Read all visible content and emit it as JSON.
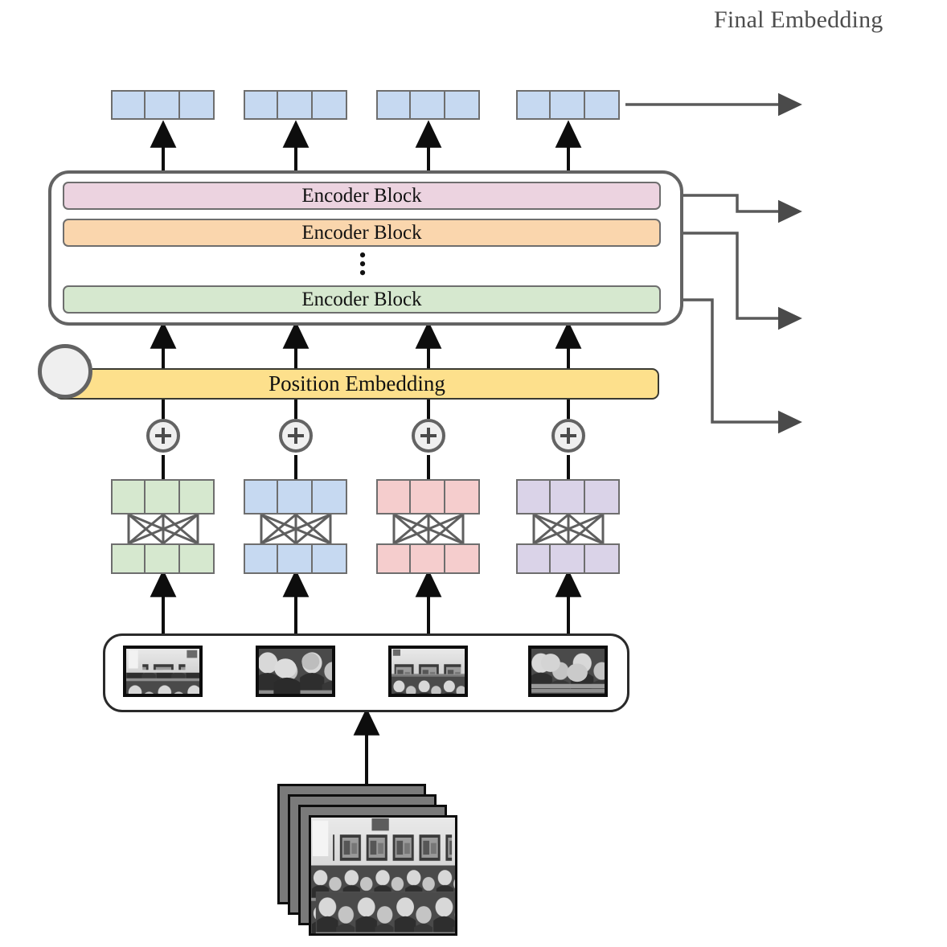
{
  "diagram": {
    "title": "Final Embedding",
    "encoder_block_label": "Encoder Block",
    "position_embedding_label": "Position Embedding",
    "ellipsis": "⋮",
    "plus_symbol": "+"
  },
  "colors": {
    "blue": "#c6d9f1",
    "pink": "#ecd3e0",
    "orange": "#fad6ad",
    "green": "#d6e8cf",
    "red": "#f5cdcd",
    "purple": "#dad3e8",
    "yellow": "#fde08c",
    "stroke": "#6e6e6e",
    "stroke_dark": "#4a4a4a",
    "container_stroke": "#636363",
    "title_color": "#4d4d4d",
    "icon_fill": "#efefef"
  },
  "output_tokens": {
    "count": 4,
    "cells_per_token": 3,
    "color": "blue",
    "rows": [
      {
        "name": "output-token-1",
        "cells": [
          "blue",
          "blue",
          "blue"
        ]
      },
      {
        "name": "output-token-2",
        "cells": [
          "blue",
          "blue",
          "blue"
        ]
      },
      {
        "name": "output-token-3",
        "cells": [
          "blue",
          "blue",
          "blue"
        ]
      },
      {
        "name": "output-token-4",
        "cells": [
          "blue",
          "blue",
          "blue"
        ]
      }
    ]
  },
  "encoder_stack": {
    "blocks": [
      {
        "label": "Encoder Block",
        "color": "pink"
      },
      {
        "label": "Encoder Block",
        "color": "orange"
      },
      {
        "label": "Encoder Block",
        "color": "green"
      }
    ],
    "has_ellipsis": true
  },
  "position_embedding": {
    "label": "Position Embedding",
    "color": "yellow",
    "icon": "sine-wave-icon"
  },
  "add_nodes": {
    "count": 4,
    "symbol": "+"
  },
  "patch_embeddings": [
    {
      "name": "patch-embedding-1",
      "color": "green",
      "top_cells": 3,
      "bottom_cells": 3
    },
    {
      "name": "patch-embedding-2",
      "color": "blue",
      "top_cells": 3,
      "bottom_cells": 3
    },
    {
      "name": "patch-embedding-3",
      "color": "red",
      "top_cells": 3,
      "bottom_cells": 3
    },
    {
      "name": "patch-embedding-4",
      "color": "purple",
      "top_cells": 3,
      "bottom_cells": 3
    }
  ],
  "image_patches": {
    "count": 4,
    "labels": [
      "image-patch-1",
      "image-patch-2",
      "image-patch-3",
      "image-patch-4"
    ],
    "description": "grayscale classroom photograph crops"
  },
  "input_stack": {
    "count": 4,
    "label": "input-image-stack",
    "description": "stack of grayscale classroom photographs"
  },
  "final_embedding": {
    "label": "Final Embedding",
    "cells": [
      "blue",
      "blue",
      "blue",
      "pink",
      "pink",
      "pink",
      "orange",
      "orange",
      "orange",
      "green",
      "green",
      "green"
    ],
    "segments": [
      {
        "color": "blue",
        "count": 3,
        "source": "output-token-4"
      },
      {
        "color": "pink",
        "count": 3,
        "source": "encoder-block-1"
      },
      {
        "color": "orange",
        "count": 3,
        "source": "encoder-block-2"
      },
      {
        "color": "green",
        "count": 3,
        "source": "encoder-block-3"
      }
    ]
  }
}
